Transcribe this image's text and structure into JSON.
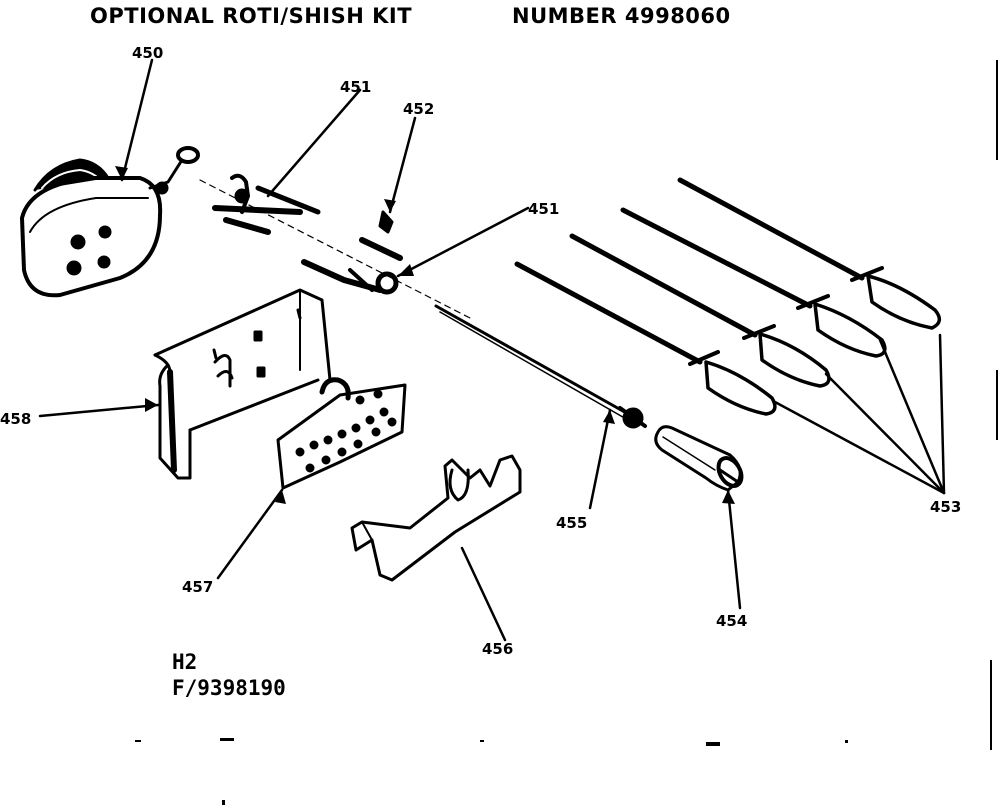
{
  "header": {
    "title": "OPTIONAL ROTI/SHISH KIT",
    "kit_label": "NUMBER 4998060"
  },
  "callouts": {
    "motor": "450",
    "spit_clamp_left": "451",
    "screw": "452",
    "spit_clamp_right": "451",
    "spit_rod": "455",
    "handle": "454",
    "skewers": "453",
    "rear_support": "458",
    "front_bracket": "457",
    "front_support": "456"
  },
  "footer": {
    "code": "H2",
    "fig": "F/9398190"
  },
  "colors": {
    "ink": "#000000",
    "paper": "#ffffff"
  }
}
